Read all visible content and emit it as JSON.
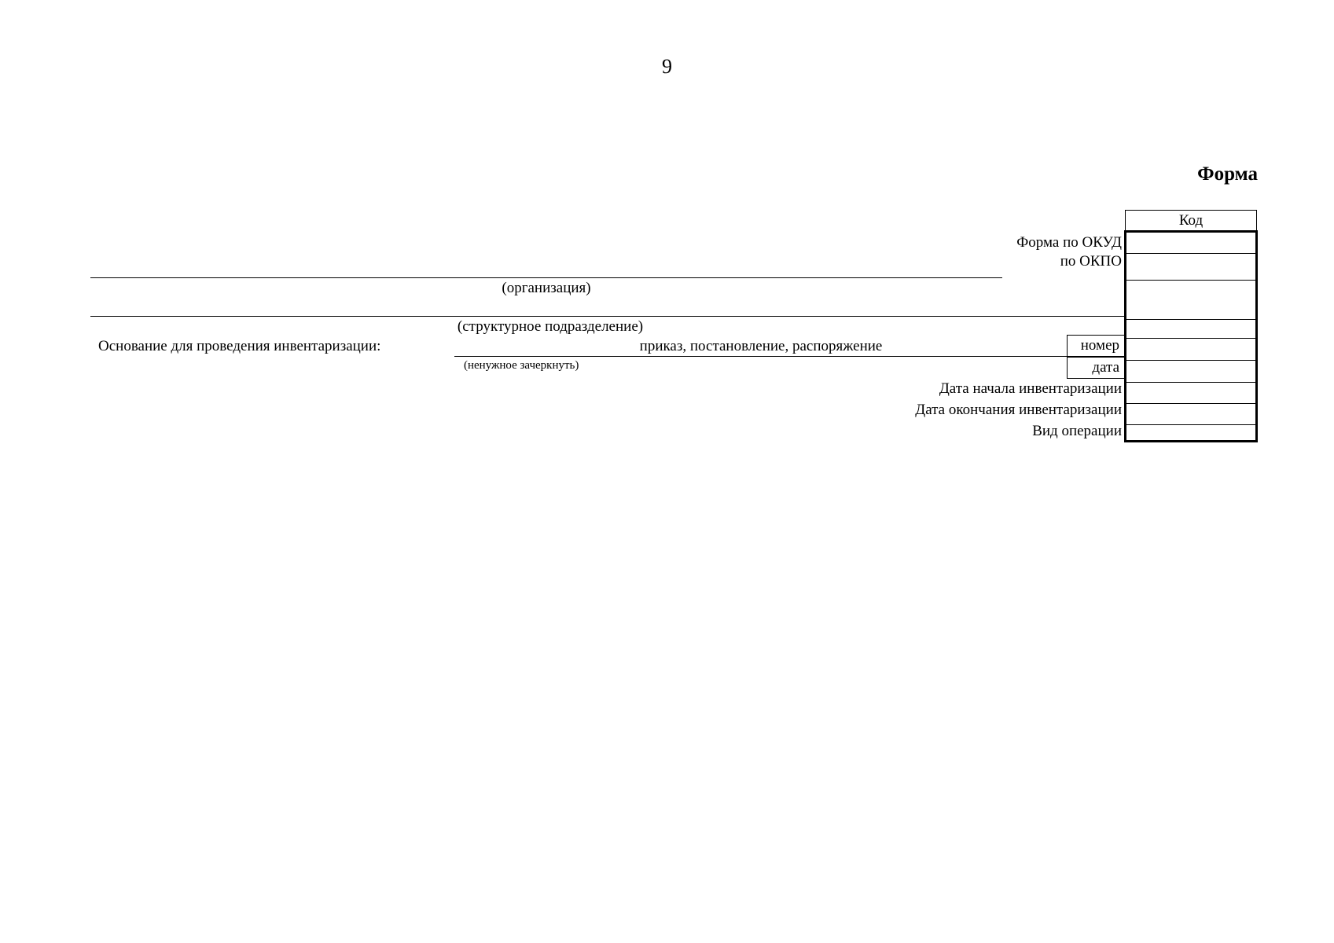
{
  "page_number": "9",
  "form_title": "Форма",
  "code_header": "Код",
  "labels": {
    "okud": "Форма по ОКУД",
    "okpo": "по ОКПО",
    "organization_caption": "(организация)",
    "subdivision_caption": "(структурное подразделение)",
    "basis": "Основание для проведения инвентаризации:",
    "basis_options": "приказ, постановление, распоряжение",
    "strike_note": "(ненужное зачеркнуть)",
    "number": "номер",
    "date": "дата",
    "start_date": "Дата начала инвентаризации",
    "end_date": "Дата окончания инвентаризации",
    "operation_type": "Вид операции"
  },
  "code_values": {
    "okud": "",
    "okpo": "",
    "organization_extra": "",
    "subdivision": "",
    "number": "",
    "date": "",
    "start_date": "",
    "end_date": "",
    "operation_type": ""
  }
}
